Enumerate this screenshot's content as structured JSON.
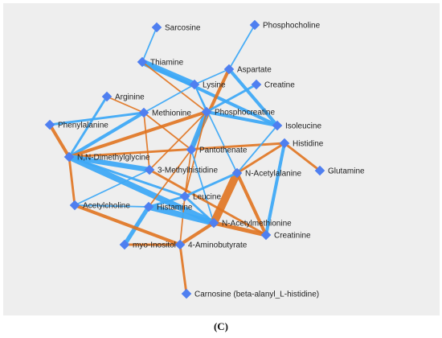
{
  "caption": "(C)",
  "colors": {
    "background": "#eeeeee",
    "node": "#4f7ff0",
    "positive": "#3fa9f5",
    "negative": "#e0731f"
  },
  "nodes": [
    {
      "id": "sarcosine",
      "label": "Sarcosine"
    },
    {
      "id": "phosphocholine",
      "label": "Phosphocholine"
    },
    {
      "id": "thiamine",
      "label": "Thiamine"
    },
    {
      "id": "aspartate",
      "label": "Aspartate"
    },
    {
      "id": "lysine",
      "label": "Lysine"
    },
    {
      "id": "creatine",
      "label": "Creatine"
    },
    {
      "id": "arginine",
      "label": "Arginine"
    },
    {
      "id": "methionine",
      "label": "Methionine"
    },
    {
      "id": "phosphocreatine",
      "label": "Phosphocreatine"
    },
    {
      "id": "phenylalanine",
      "label": "Phenylalanine"
    },
    {
      "id": "isoleucine",
      "label": "Isoleucine"
    },
    {
      "id": "histidine",
      "label": "Histidine"
    },
    {
      "id": "pantothenate",
      "label": "Pantothenate"
    },
    {
      "id": "nn-dimethylglycine",
      "label": "N,N-Dimethylglycine"
    },
    {
      "id": "glutamine",
      "label": "Glutamine"
    },
    {
      "id": "3-methylhistidine",
      "label": "3-Methylhistidine"
    },
    {
      "id": "n-acetylalanine",
      "label": "N-Acetylalanine"
    },
    {
      "id": "leucine",
      "label": "Leucine"
    },
    {
      "id": "acetylcholine",
      "label": "Acetylcholine"
    },
    {
      "id": "histamine",
      "label": "Histamine"
    },
    {
      "id": "n-acetylmethionine",
      "label": "N-Acetylmethionine"
    },
    {
      "id": "creatinine",
      "label": "Creatinine"
    },
    {
      "id": "myo-inositol",
      "label": "myo-Inositol"
    },
    {
      "id": "4-aminobutyrate",
      "label": "4-Aminobutyrate"
    },
    {
      "id": "carnosine",
      "label": "Carnosine (beta-alanyl_L-histidine)"
    }
  ],
  "edges": [
    {
      "from": "thiamine",
      "to": "sarcosine",
      "kind": "positive",
      "weight": 1
    },
    {
      "from": "thiamine",
      "to": "lysine",
      "kind": "positive",
      "weight": 6
    },
    {
      "from": "thiamine",
      "to": "isoleucine",
      "kind": "positive",
      "weight": 3
    },
    {
      "from": "thiamine",
      "to": "phosphocreatine",
      "kind": "negative",
      "weight": 1
    },
    {
      "from": "aspartate",
      "to": "phosphocholine",
      "kind": "positive",
      "weight": 1
    },
    {
      "from": "aspartate",
      "to": "isoleucine",
      "kind": "positive",
      "weight": 3
    },
    {
      "from": "aspartate",
      "to": "pantothenate",
      "kind": "negative",
      "weight": 3
    },
    {
      "from": "aspartate",
      "to": "lysine",
      "kind": "positive",
      "weight": 1
    },
    {
      "from": "creatine",
      "to": "phosphocreatine",
      "kind": "positive",
      "weight": 2
    },
    {
      "from": "lysine",
      "to": "phosphocreatine",
      "kind": "positive",
      "weight": 1
    },
    {
      "from": "lysine",
      "to": "n-acetylalanine",
      "kind": "positive",
      "weight": 1
    },
    {
      "from": "arginine",
      "to": "methionine",
      "kind": "negative",
      "weight": 1
    },
    {
      "from": "arginine",
      "to": "nn-dimethylglycine",
      "kind": "positive",
      "weight": 2
    },
    {
      "from": "methionine",
      "to": "lysine",
      "kind": "positive",
      "weight": 1
    },
    {
      "from": "methionine",
      "to": "pantothenate",
      "kind": "negative",
      "weight": 1
    },
    {
      "from": "methionine",
      "to": "3-methylhistidine",
      "kind": "negative",
      "weight": 1
    },
    {
      "from": "methionine",
      "to": "nn-dimethylglycine",
      "kind": "positive",
      "weight": 3
    },
    {
      "from": "phosphocreatine",
      "to": "isoleucine",
      "kind": "positive",
      "weight": 3
    },
    {
      "from": "phosphocreatine",
      "to": "pantothenate",
      "kind": "positive",
      "weight": 5
    },
    {
      "from": "phosphocreatine",
      "to": "nn-dimethylglycine",
      "kind": "negative",
      "weight": 3
    },
    {
      "from": "phosphocreatine",
      "to": "leucine",
      "kind": "negative",
      "weight": 1
    },
    {
      "from": "phosphocreatine",
      "to": "3-methylhistidine",
      "kind": "negative",
      "weight": 1
    },
    {
      "from": "phenylalanine",
      "to": "nn-dimethylglycine",
      "kind": "negative",
      "weight": 3
    },
    {
      "from": "phenylalanine",
      "to": "methionine",
      "kind": "positive",
      "weight": 2
    },
    {
      "from": "histidine",
      "to": "glutamine",
      "kind": "negative",
      "weight": 2
    },
    {
      "from": "histidine",
      "to": "n-acetylalanine",
      "kind": "negative",
      "weight": 2
    },
    {
      "from": "histidine",
      "to": "creatinine",
      "kind": "positive",
      "weight": 3
    },
    {
      "from": "histidine",
      "to": "nn-dimethylglycine",
      "kind": "negative",
      "weight": 2
    },
    {
      "from": "isoleucine",
      "to": "n-acetylalanine",
      "kind": "positive",
      "weight": 1
    },
    {
      "from": "nn-dimethylglycine",
      "to": "3-methylhistidine",
      "kind": "positive",
      "weight": 5
    },
    {
      "from": "nn-dimethylglycine",
      "to": "leucine",
      "kind": "positive",
      "weight": 2
    },
    {
      "from": "nn-dimethylglycine",
      "to": "n-acetylmethionine",
      "kind": "positive",
      "weight": 6
    },
    {
      "from": "nn-dimethylglycine",
      "to": "acetylcholine",
      "kind": "negative",
      "weight": 2
    },
    {
      "from": "pantothenate",
      "to": "leucine",
      "kind": "negative",
      "weight": 1
    },
    {
      "from": "pantothenate",
      "to": "histamine",
      "kind": "negative",
      "weight": 1
    },
    {
      "from": "pantothenate",
      "to": "n-acetylmethionine",
      "kind": "positive",
      "weight": 1
    },
    {
      "from": "3-methylhistidine",
      "to": "acetylcholine",
      "kind": "positive",
      "weight": 1
    },
    {
      "from": "3-methylhistidine",
      "to": "creatinine",
      "kind": "negative",
      "weight": 2
    },
    {
      "from": "n-acetylalanine",
      "to": "n-acetylmethionine",
      "kind": "negative",
      "weight": 8
    },
    {
      "from": "n-acetylalanine",
      "to": "leucine",
      "kind": "positive",
      "weight": 2
    },
    {
      "from": "n-acetylalanine",
      "to": "creatinine",
      "kind": "negative",
      "weight": 3
    },
    {
      "from": "leucine",
      "to": "histamine",
      "kind": "positive",
      "weight": 2
    },
    {
      "from": "leucine",
      "to": "n-acetylmethionine",
      "kind": "positive",
      "weight": 2
    },
    {
      "from": "leucine",
      "to": "4-aminobutyrate",
      "kind": "negative",
      "weight": 1
    },
    {
      "from": "histamine",
      "to": "n-acetylmethionine",
      "kind": "positive",
      "weight": 6
    },
    {
      "from": "histamine",
      "to": "myo-inositol",
      "kind": "positive",
      "weight": 4
    },
    {
      "from": "histamine",
      "to": "acetylcholine",
      "kind": "positive",
      "weight": 1
    },
    {
      "from": "acetylcholine",
      "to": "4-aminobutyrate",
      "kind": "negative",
      "weight": 3
    },
    {
      "from": "n-acetylmethionine",
      "to": "creatinine",
      "kind": "negative",
      "weight": 4
    },
    {
      "from": "n-acetylmethionine",
      "to": "4-aminobutyrate",
      "kind": "negative",
      "weight": 3
    },
    {
      "from": "myo-inositol",
      "to": "4-aminobutyrate",
      "kind": "negative",
      "weight": 2
    },
    {
      "from": "4-aminobutyrate",
      "to": "carnosine",
      "kind": "negative",
      "weight": 2
    }
  ]
}
